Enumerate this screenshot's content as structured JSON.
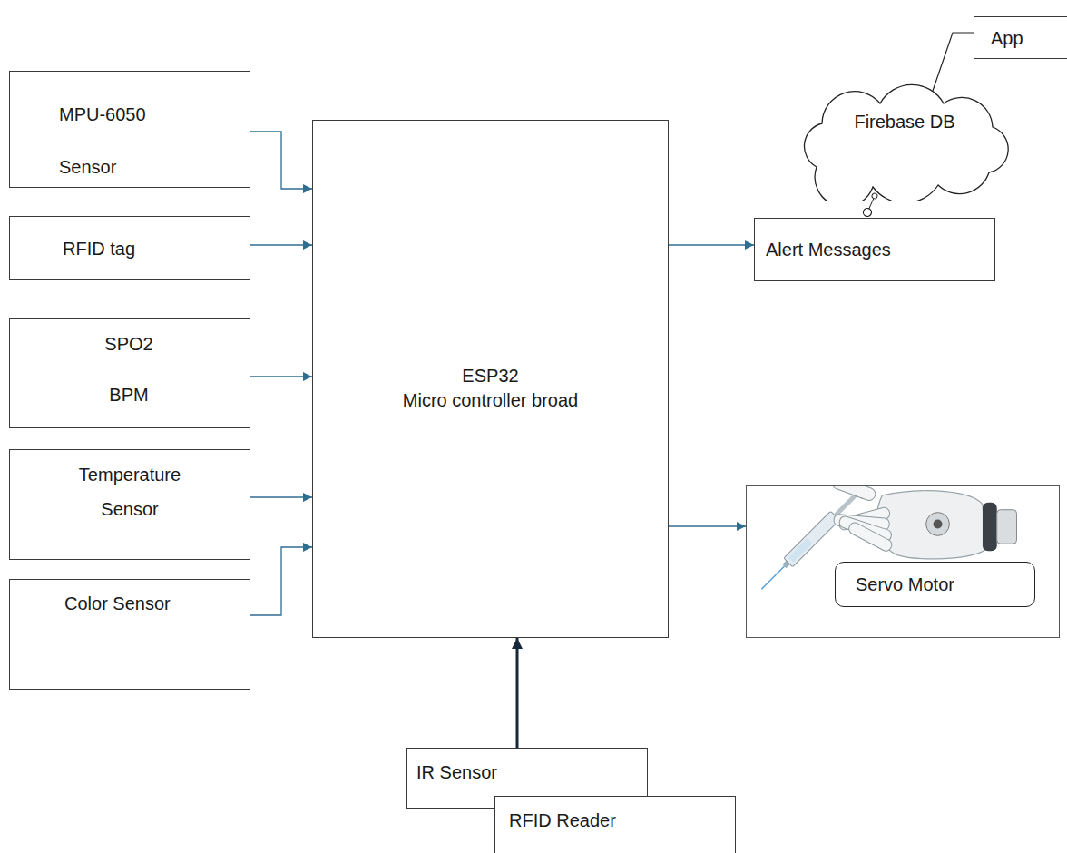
{
  "diagram": {
    "nodes": [
      {
        "text": [
          "MPU-6050 Sensor"
        ]
      },
      {
        "text": [
          "RFID tag"
        ]
      },
      {
        "text": [
          "SPO2 BPM"
        ]
      },
      {
        "text": [
          "Temperature Sensor"
        ]
      },
      {
        "text": [
          "Color Sensor"
        ]
      },
      {
        "text": [
          "ESP32",
          "Micro controller broad"
        ]
      },
      {
        "text": [
          "Alert Messages"
        ]
      },
      {
        "text": [
          "Firebase DB"
        ]
      },
      {
        "text": [
          "App"
        ]
      },
      {
        "text": [
          "Servo Motor"
        ]
      },
      {
        "text": [
          "IR Sensor"
        ]
      },
      {
        "text": [
          "RFID Reader"
        ]
      }
    ],
    "edges": [
      {
        "from": 0,
        "to": 5,
        "arrow": "to"
      },
      {
        "from": 1,
        "to": 5,
        "arrow": "to"
      },
      {
        "from": 2,
        "to": 5,
        "arrow": "to"
      },
      {
        "from": 3,
        "to": 5,
        "arrow": "to"
      },
      {
        "from": 4,
        "to": 5,
        "arrow": "to"
      },
      {
        "from": 10,
        "to": 5,
        "arrow": "to"
      },
      {
        "from": 5,
        "to": 6,
        "arrow": "to"
      },
      {
        "from": 5,
        "to": 9,
        "arrow": "to"
      },
      {
        "from": 7,
        "to": 6,
        "arrow": "none"
      },
      {
        "from": 7,
        "to": 8,
        "arrow": "none"
      }
    ]
  }
}
